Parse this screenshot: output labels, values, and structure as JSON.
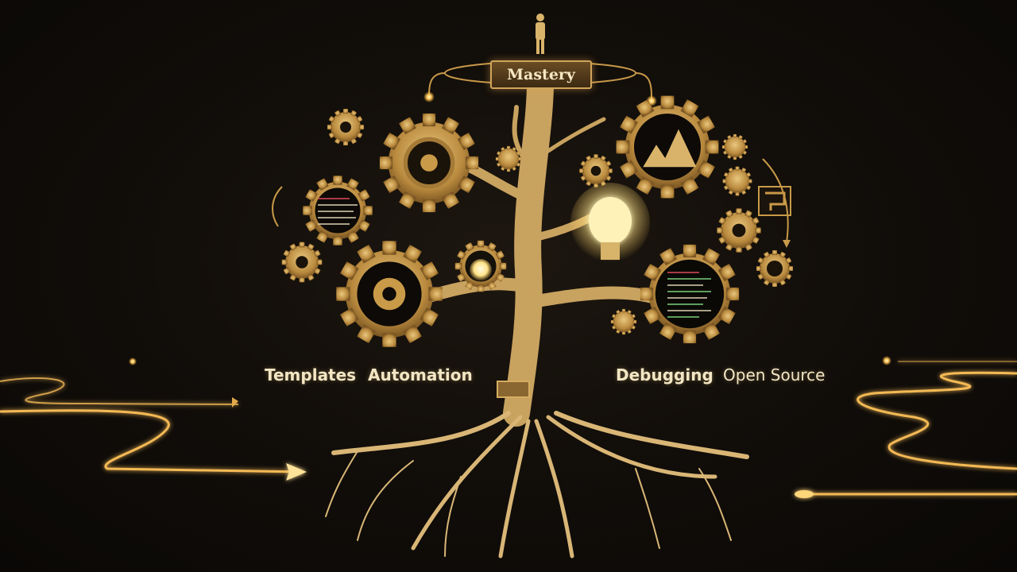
{
  "title": "Mastery",
  "branches": {
    "left": [
      "Templates",
      "Automation"
    ],
    "right": [
      "Debugging",
      "Open Source"
    ]
  },
  "colors": {
    "background": "#0e0b08",
    "gold": "#c99a48",
    "gold_light": "#f0d28a",
    "glow": "#ffcf6a",
    "text": "#f3e6c4"
  },
  "icons": [
    "person-figure",
    "gear",
    "lightbulb",
    "mountain-landscape",
    "tree",
    "roots",
    "glowing-path-arrow",
    "code-panel"
  ]
}
